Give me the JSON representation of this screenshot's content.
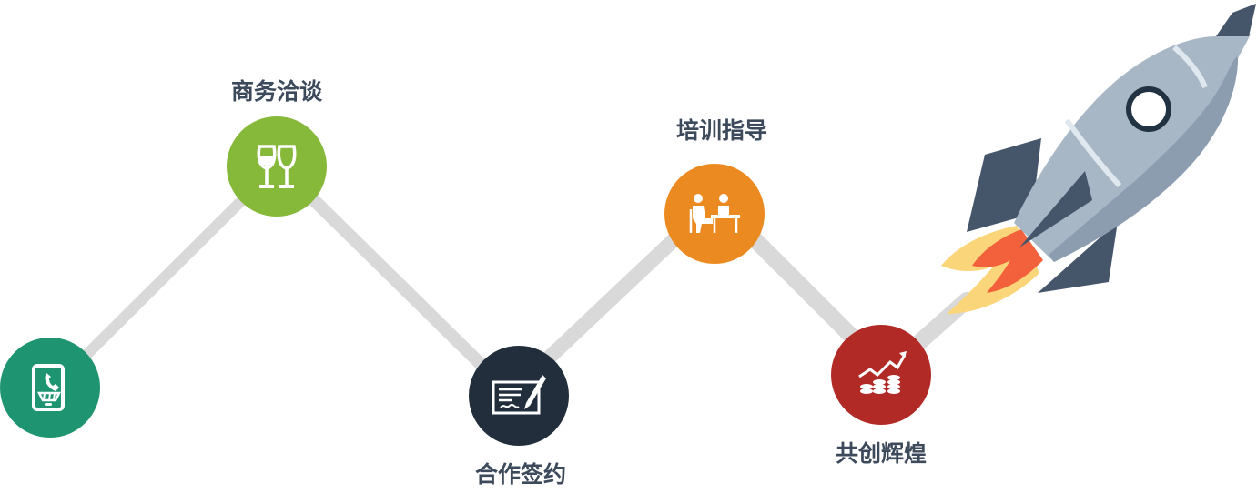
{
  "colors": {
    "line": "#d9d9d9",
    "label": "#3d4a5c",
    "contact": "#1e9470",
    "negotiation": "#86b83a",
    "signing": "#222e3c",
    "training": "#ec8a22",
    "success": "#b22a26"
  },
  "steps": [
    {
      "id": "contact",
      "label": "",
      "icon": "phone-icon"
    },
    {
      "id": "negotiation",
      "label": "商务洽谈",
      "icon": "wine-glasses-icon"
    },
    {
      "id": "signing",
      "label": "合作签约",
      "icon": "contract-pen-icon"
    },
    {
      "id": "training",
      "label": "培训指导",
      "icon": "meeting-icon"
    },
    {
      "id": "success",
      "label": "共创辉煌",
      "icon": "growth-coins-icon"
    }
  ],
  "rocket": {
    "icon": "rocket-icon"
  }
}
